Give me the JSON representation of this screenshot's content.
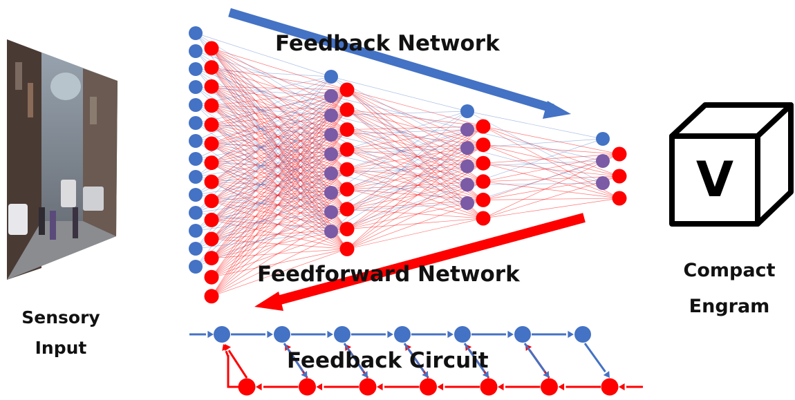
{
  "labels": {
    "feedback_network": "Feedback Network",
    "feedforward_network": "Feedforward Network",
    "feedback_circuit": "Feedback Circuit",
    "sensory_line1": "Sensory",
    "sensory_line2": "Input",
    "engram_line1": "Compact",
    "engram_line2": "Engram",
    "cube_letter": "V"
  },
  "colors": {
    "blue": "#4472c4",
    "red": "#ff0000",
    "purple": "#7b5aa6",
    "outline": "#000000"
  },
  "network_layers": [
    {
      "blue_nodes": 14,
      "red_nodes": 14,
      "highlighted_blue": 0
    },
    {
      "blue_nodes": 9,
      "red_nodes": 9,
      "highlighted_blue": 8
    },
    {
      "blue_nodes": 6,
      "red_nodes": 6,
      "highlighted_blue": 5
    },
    {
      "blue_nodes": 3,
      "red_nodes": 3,
      "highlighted_blue": 2
    }
  ],
  "circuit": {
    "blue_nodes": 7,
    "red_nodes": 7
  }
}
